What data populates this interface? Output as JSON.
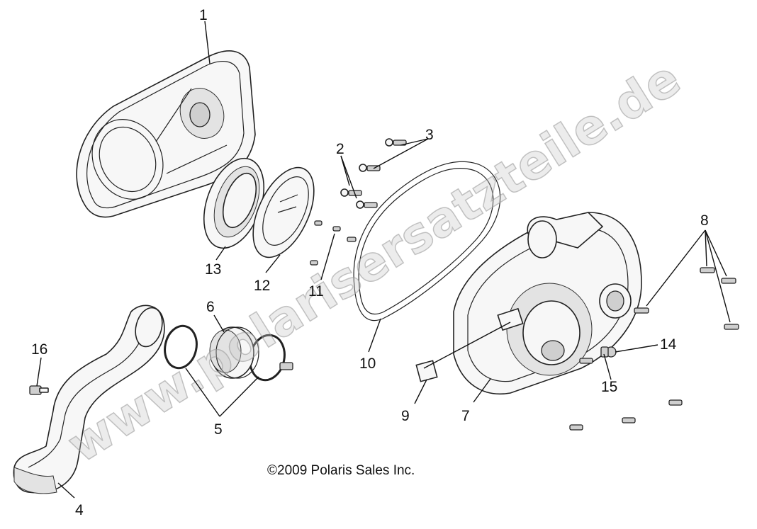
{
  "watermark": "www.polarisersatzteile.de",
  "copyright": "©2009 Polaris Sales Inc.",
  "callouts": {
    "c1": "1",
    "c2": "2",
    "c3": "3",
    "c4": "4",
    "c5": "5",
    "c6": "6",
    "c7": "7",
    "c8": "8",
    "c9": "9",
    "c10": "10",
    "c11": "11",
    "c12": "12",
    "c13": "13",
    "c14": "14",
    "c15": "15",
    "c16": "16"
  }
}
